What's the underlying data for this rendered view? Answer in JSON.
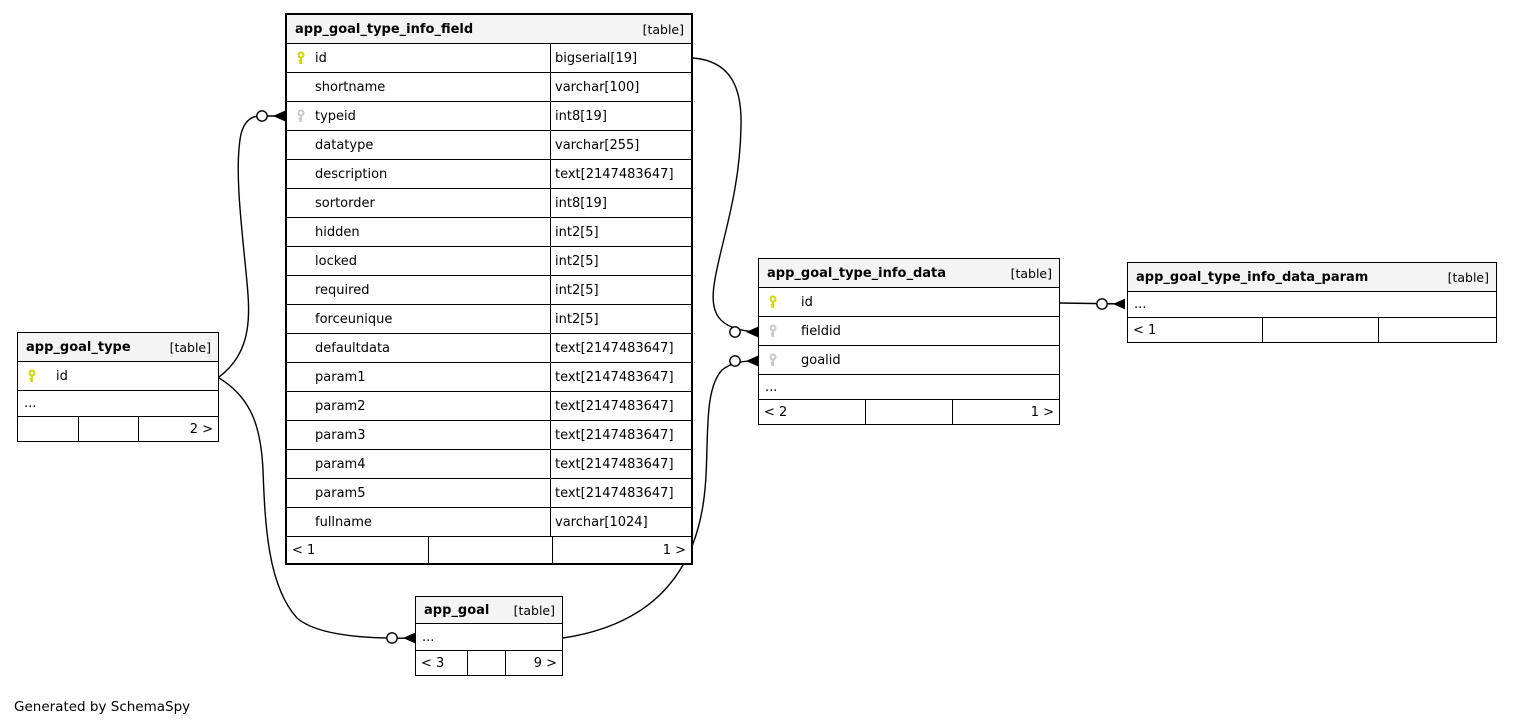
{
  "diagram": {
    "note": "Generated by SchemaSpy",
    "colors": {
      "pk_key": "#d6d600",
      "fk_key": "#c9c9c9",
      "header_bg": "#f4f4f4",
      "border": "#000000"
    },
    "tables": [
      {
        "title": "app_goal_type_info_field",
        "badge": "[table]",
        "columns": [
          {
            "name": "id",
            "type": "bigserial[19]",
            "key": "pk"
          },
          {
            "name": "shortname",
            "type": "varchar[100]",
            "key": ""
          },
          {
            "name": "typeid",
            "type": "int8[19]",
            "key": "fk"
          },
          {
            "name": "datatype",
            "type": "varchar[255]",
            "key": ""
          },
          {
            "name": "description",
            "type": "text[2147483647]",
            "key": ""
          },
          {
            "name": "sortorder",
            "type": "int8[19]",
            "key": ""
          },
          {
            "name": "hidden",
            "type": "int2[5]",
            "key": ""
          },
          {
            "name": "locked",
            "type": "int2[5]",
            "key": ""
          },
          {
            "name": "required",
            "type": "int2[5]",
            "key": ""
          },
          {
            "name": "forceunique",
            "type": "int2[5]",
            "key": ""
          },
          {
            "name": "defaultdata",
            "type": "text[2147483647]",
            "key": ""
          },
          {
            "name": "param1",
            "type": "text[2147483647]",
            "key": ""
          },
          {
            "name": "param2",
            "type": "text[2147483647]",
            "key": ""
          },
          {
            "name": "param3",
            "type": "text[2147483647]",
            "key": ""
          },
          {
            "name": "param4",
            "type": "text[2147483647]",
            "key": ""
          },
          {
            "name": "param5",
            "type": "text[2147483647]",
            "key": ""
          },
          {
            "name": "fullname",
            "type": "varchar[1024]",
            "key": ""
          }
        ],
        "footer": [
          "< 1",
          "",
          "1 >"
        ]
      },
      {
        "title": "app_goal_type",
        "badge": "[table]",
        "columns": [
          {
            "name": "id",
            "key": "pk"
          }
        ],
        "ellipsis": "...",
        "footer": [
          "",
          "",
          "2 >"
        ]
      },
      {
        "title": "app_goal_type_info_data",
        "badge": "[table]",
        "columns": [
          {
            "name": "id",
            "key": "pk"
          },
          {
            "name": "fieldid",
            "key": "fk"
          },
          {
            "name": "goalid",
            "key": "fk"
          }
        ],
        "ellipsis": "...",
        "footer": [
          "< 2",
          "",
          "1 >"
        ]
      },
      {
        "title": "app_goal_type_info_data_param",
        "badge": "[table]",
        "columns": [],
        "ellipsis": "...",
        "footer": [
          "< 1",
          "",
          ""
        ]
      },
      {
        "title": "app_goal",
        "badge": "[table]",
        "columns": [],
        "ellipsis": "...",
        "footer": [
          "< 3",
          "",
          "9 >"
        ]
      }
    ],
    "relationships": [
      {
        "parent": "app_goal_type.id",
        "child": "app_goal_type_info_field.typeid"
      },
      {
        "parent": "app_goal_type_info_field.id",
        "child": "app_goal_type_info_data.fieldid"
      },
      {
        "parent": "app_goal_type.id",
        "child": "app_goal...."
      },
      {
        "parent": "app_goal....",
        "child": "app_goal_type_info_data.goalid"
      },
      {
        "parent": "app_goal_type_info_data.id",
        "child": "app_goal_type_info_data_param...."
      }
    ]
  }
}
